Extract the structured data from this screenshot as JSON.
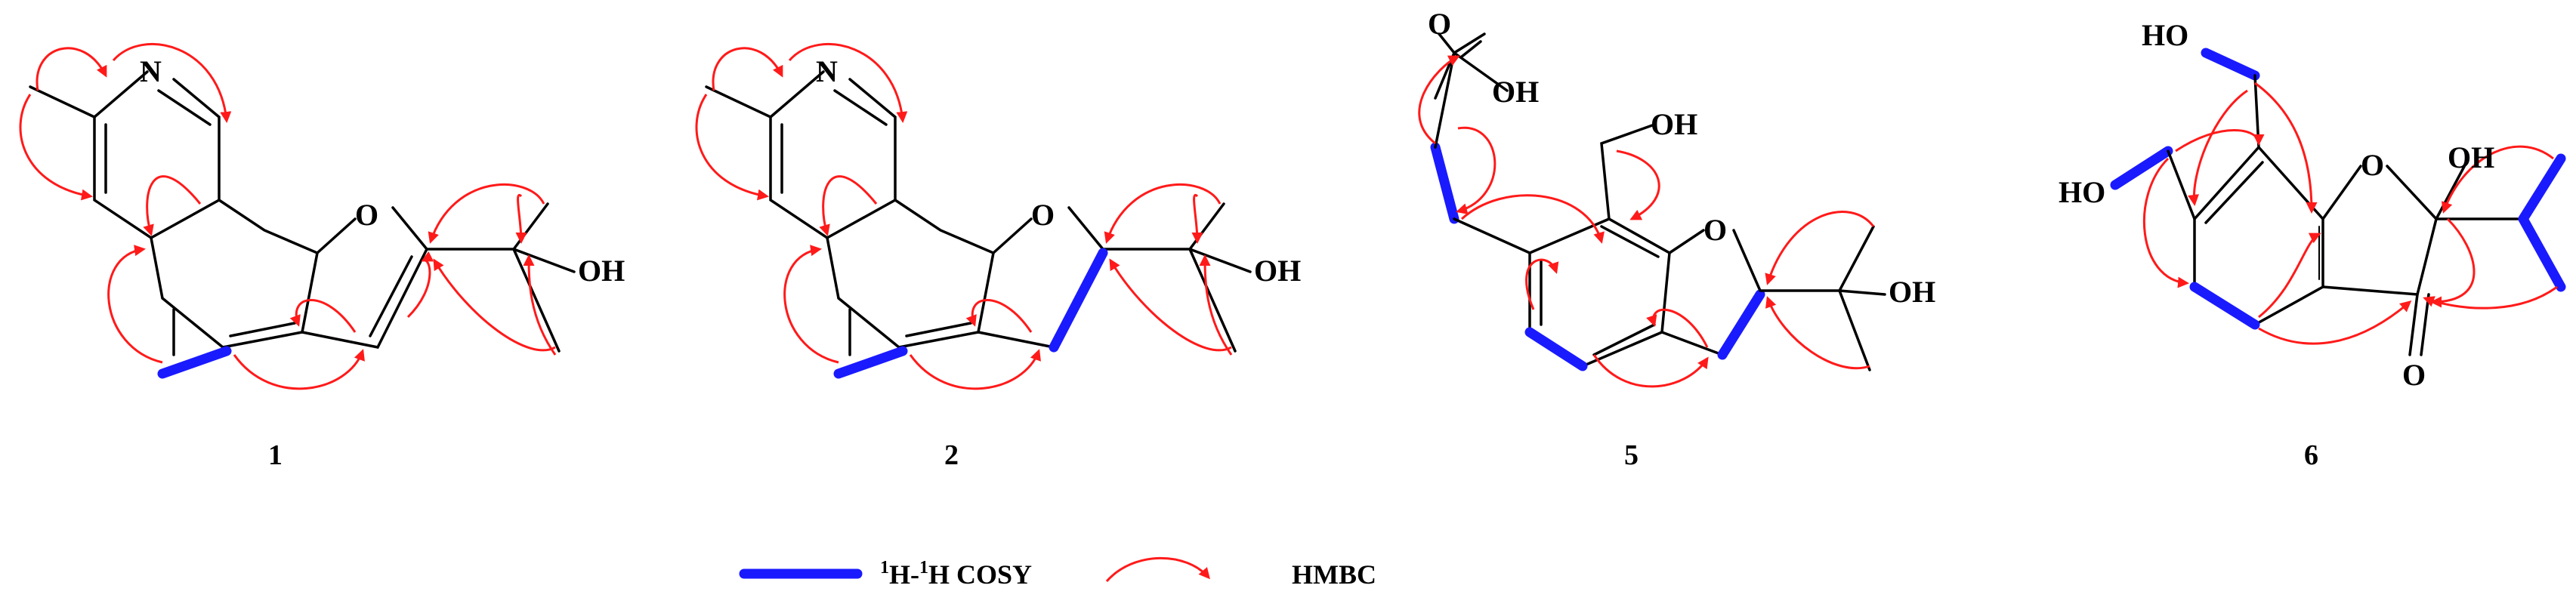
{
  "compounds": [
    {
      "label": "1",
      "atoms": {
        "n": "N",
        "o": "O",
        "oh": "OH"
      }
    },
    {
      "label": "2",
      "atoms": {
        "n": "N",
        "o": "O",
        "oh": "OH"
      }
    },
    {
      "label": "5",
      "atoms": {
        "o_acid": "O",
        "oh_acid": "OH",
        "oh_ch2": "OH",
        "o": "O",
        "oh": "OH"
      }
    },
    {
      "label": "6",
      "atoms": {
        "ho_top": "HO",
        "ho_left": "HO",
        "o_ring": "O",
        "oh": "OH",
        "o_keto": "O"
      }
    }
  ],
  "legend": {
    "cosy": {
      "sup1": "1",
      "h1": "H-",
      "sup2": "1",
      "h2": "H COSY"
    },
    "hmbc": "HMBC"
  },
  "colors": {
    "cosy": "#1a1aff",
    "hmbc": "#ff1a1a",
    "bond": "#000000"
  }
}
